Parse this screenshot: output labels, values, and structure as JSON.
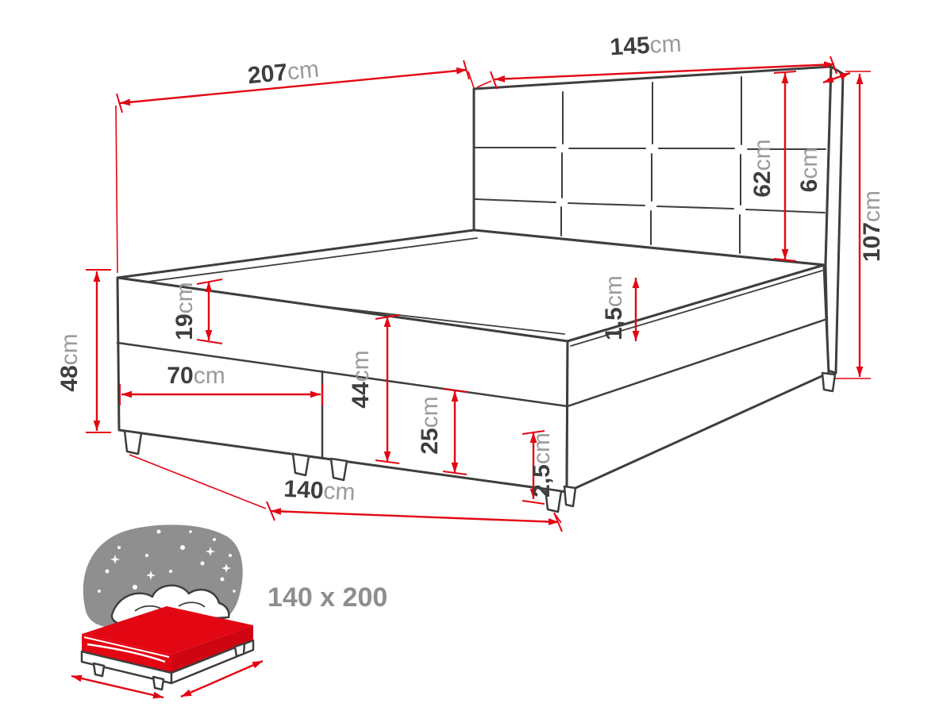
{
  "diagram": {
    "type": "bed-dimension-drawing",
    "dims": {
      "total_length": {
        "value": "207",
        "unit": "cm"
      },
      "headboard_width": {
        "value": "145",
        "unit": "cm"
      },
      "headboard_visible_height": {
        "value": "62",
        "unit": "cm"
      },
      "headboard_thickness": {
        "value": "6",
        "unit": "cm"
      },
      "total_height": {
        "value": "107",
        "unit": "cm"
      },
      "side_height": {
        "value": "48",
        "unit": "cm"
      },
      "mattress_height": {
        "value": "19",
        "unit": "cm"
      },
      "front_panel_length": {
        "value": "70",
        "unit": "cm"
      },
      "front_total_height": {
        "value": "44",
        "unit": "cm"
      },
      "base_box_height": {
        "value": "25",
        "unit": "cm"
      },
      "topper_edge_height": {
        "value": "1,5",
        "unit": "cm"
      },
      "leg_height": {
        "value": "2,5",
        "unit": "cm"
      },
      "bed_width": {
        "value": "140",
        "unit": "cm"
      }
    },
    "icon": {
      "size_label": "140 x 200"
    },
    "colors": {
      "outline": "#3e3e3d",
      "dimension_red": "#e30613",
      "value_text": "#3e3e3d",
      "unit_text": "#9b9b9a",
      "icon_gray": "#8f8f8f"
    }
  }
}
